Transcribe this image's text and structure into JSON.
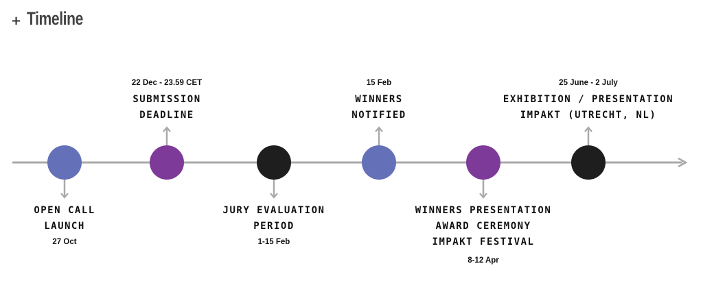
{
  "header": {
    "plus": "+",
    "title": "Timeline"
  },
  "colors": {
    "line": "#a9a9a9",
    "blue": "#6470b8",
    "purple": "#7e3a98",
    "black": "#1e1e1e"
  },
  "events": [
    {
      "lines": [
        "OPEN CALL",
        "LAUNCH"
      ],
      "date": "27 Oct",
      "color": "blue"
    },
    {
      "lines": [
        "SUBMISSION",
        "DEADLINE"
      ],
      "date": "22 Dec - 23.59 CET",
      "color": "purple"
    },
    {
      "lines": [
        "JURY EVALUATION",
        "PERIOD"
      ],
      "date": "1-15 Feb",
      "color": "black"
    },
    {
      "lines": [
        "WINNERS",
        "NOTIFIED"
      ],
      "date": "15 Feb",
      "color": "blue"
    },
    {
      "lines": [
        "WINNERS PRESENTATION",
        "AWARD CEREMONY",
        "IMPAKT FESTIVAL"
      ],
      "date": "8-12 Apr",
      "color": "purple"
    },
    {
      "lines": [
        "EXHIBITION / PRESENTATION",
        "IMPAKT (UTRECHT, NL)"
      ],
      "date": "25 June - 2 July",
      "color": "black"
    }
  ]
}
